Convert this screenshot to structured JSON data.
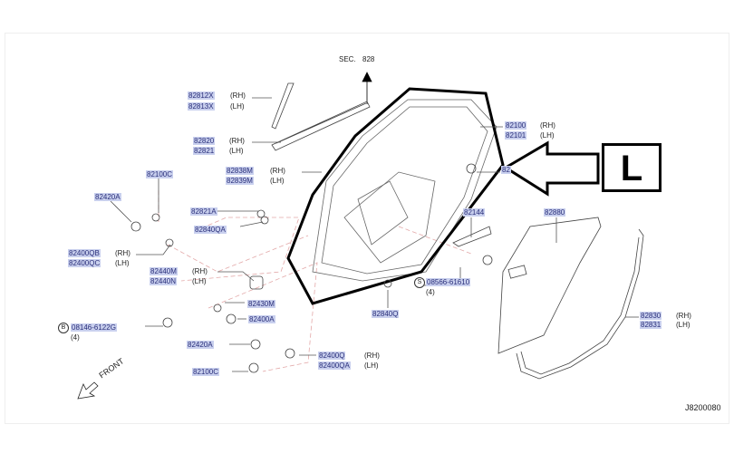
{
  "section_ref": {
    "label": "SEC.",
    "number": "828"
  },
  "callout": {
    "letter": "L"
  },
  "side_rh": "(RH)",
  "side_lh": "(LH)",
  "qty": "(4)",
  "front_label": "FRONT",
  "diagram_id": "J8200080",
  "bolt_marks": {
    "b": "B",
    "s": "S"
  },
  "parts": {
    "p82812X": "82812X",
    "p82813X": "82813X",
    "p82820": "82820",
    "p82821": "82821",
    "p82838M": "82838M",
    "p82839M": "82839M",
    "p82100C_top": "82100C",
    "p82420A_top": "82420A",
    "p82821A": "82821A",
    "p82840QA": "82840QA",
    "p82400QB": "82400QB",
    "p82400QC": "82400QC",
    "p82440M": "82440M",
    "p82440N": "82440N",
    "p82430M": "82430M",
    "p82400A": "82400A",
    "p08146": "08146-6122G",
    "p82420A_bot": "82420A",
    "p82400Q": "82400Q",
    "p82400QA": "82400QA",
    "p82100C_bot": "82100C",
    "p82840Q": "82840Q",
    "p08566": "08566-61610",
    "p82144": "82144",
    "p82880": "82880",
    "p82100": "82100",
    "p82101": "82101",
    "p_partial": "82",
    "p82830": "82830",
    "p82831": "82831"
  }
}
